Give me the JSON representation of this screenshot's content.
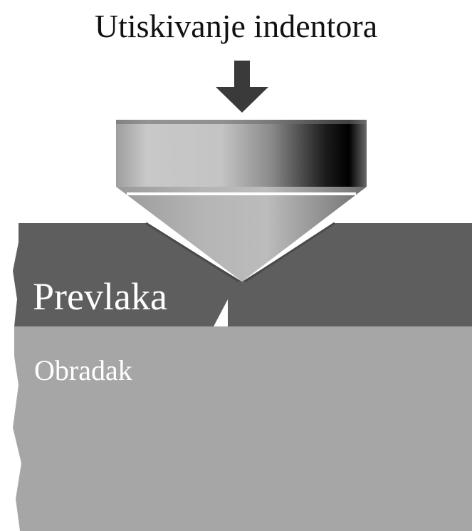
{
  "title": "Utiskivanje indentora",
  "labels": {
    "coating": "Prevlaka",
    "substrate": "Obradak"
  },
  "colors": {
    "substrate": "#a6a6a6",
    "coating": "#5e5e5e",
    "indenter_light": "#bdbdbd",
    "indenter_dark": "#000000",
    "arrow": "#3a3a3a"
  }
}
